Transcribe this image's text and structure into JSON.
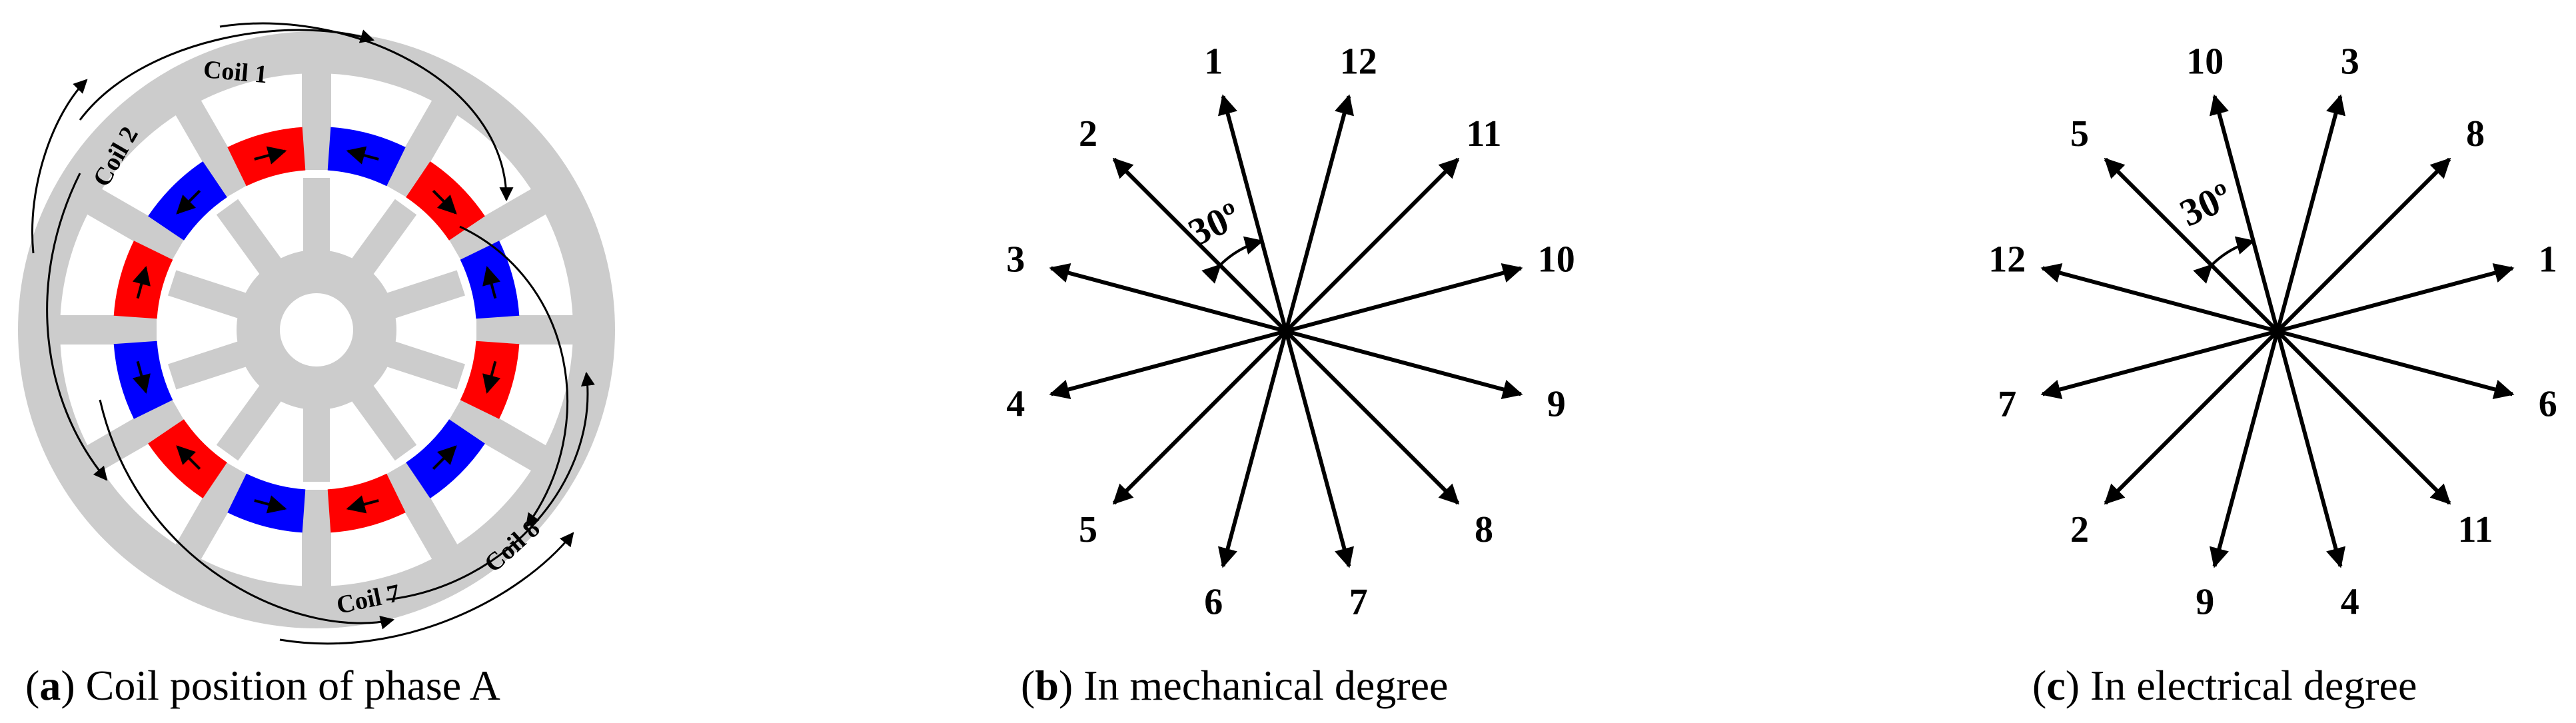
{
  "panels": {
    "a": {
      "caption_open": "(",
      "caption_letter": "a",
      "caption_rest": ") Coil position of phase A",
      "coil_labels": [
        "Coil 1",
        "Coil 2",
        "Coil 7",
        "Coil 8"
      ],
      "colors": {
        "iron": "#cccccc",
        "coil_red": "#ff0000",
        "coil_blue": "#0000ff"
      }
    },
    "b": {
      "caption_open": "(",
      "caption_letter": "b",
      "caption_rest": ") In mechanical degree",
      "angle_label": "30º",
      "phasors": [
        {
          "label": "1",
          "angle": 105
        },
        {
          "label": "2",
          "angle": 135
        },
        {
          "label": "3",
          "angle": 165
        },
        {
          "label": "4",
          "angle": 195
        },
        {
          "label": "5",
          "angle": 225
        },
        {
          "label": "6",
          "angle": 255
        },
        {
          "label": "7",
          "angle": 285
        },
        {
          "label": "8",
          "angle": 315
        },
        {
          "label": "9",
          "angle": 345
        },
        {
          "label": "10",
          "angle": 15
        },
        {
          "label": "11",
          "angle": 45
        },
        {
          "label": "12",
          "angle": 75
        }
      ]
    },
    "c": {
      "caption_open": "(",
      "caption_letter": "c",
      "caption_rest": ") In electrical degree",
      "angle_label": "30º",
      "phasors": [
        {
          "label": "1",
          "angle": 15
        },
        {
          "label": "8",
          "angle": 45
        },
        {
          "label": "3",
          "angle": 75
        },
        {
          "label": "10",
          "angle": 105
        },
        {
          "label": "5",
          "angle": 135
        },
        {
          "label": "12",
          "angle": 165
        },
        {
          "label": "7",
          "angle": 195
        },
        {
          "label": "2",
          "angle": 225
        },
        {
          "label": "9",
          "angle": 255
        },
        {
          "label": "4",
          "angle": 285
        },
        {
          "label": "11",
          "angle": 315
        },
        {
          "label": "6",
          "angle": 345
        }
      ]
    }
  }
}
